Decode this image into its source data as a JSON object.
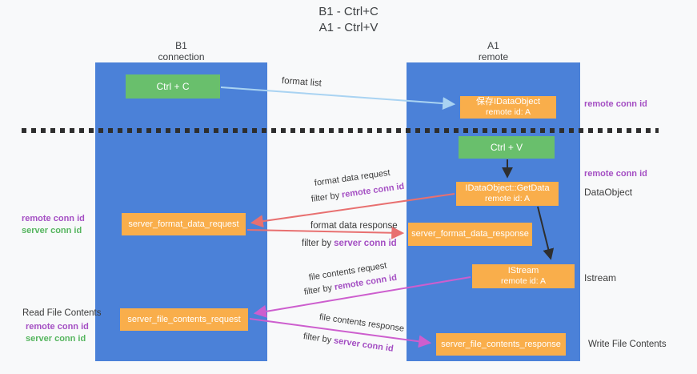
{
  "title": {
    "line1": "B1 - Ctrl+C",
    "line2": "A1 - Ctrl+V"
  },
  "lifelines": {
    "b1": {
      "name": "B1",
      "role": "connection"
    },
    "a1": {
      "name": "A1",
      "role": "remote"
    }
  },
  "nodes": {
    "ctrl_c": {
      "label": "Ctrl + C"
    },
    "ctrl_v": {
      "label": "Ctrl + V"
    },
    "saved_dataobject": {
      "line1": "保存IDataObject",
      "line2": "remote id: A"
    },
    "getdata": {
      "line1": "IDataObject::GetData",
      "line2": "remote id: A"
    },
    "istream": {
      "line1": "IStream",
      "line2": "remote id: A"
    },
    "format_request": {
      "label": "server_format_data_request"
    },
    "format_response": {
      "label": "server_format_data_response"
    },
    "file_request": {
      "label": "server_file_contents_request"
    },
    "file_response": {
      "label": "server_file_contents_response"
    }
  },
  "arrows": {
    "format_list": {
      "label": "format list"
    },
    "format_data_request": {
      "label": "format data request",
      "filter_prefix": "filter by",
      "filter_value": "remote conn id"
    },
    "format_data_response": {
      "label": "format data response",
      "filter_prefix": "filter by",
      "filter_value": "server conn id"
    },
    "file_contents_request": {
      "label": "file contents request",
      "filter_prefix": "filter by",
      "filter_value": "remote conn id"
    },
    "file_contents_response": {
      "label": "file contents response",
      "filter_prefix": "filter by",
      "filter_value": "server conn id"
    }
  },
  "margins": {
    "left": {
      "format_remote": "remote conn id",
      "format_server": "server conn id",
      "read_title": "Read File Contents",
      "file_remote": "remote conn id",
      "file_server": "server conn id"
    },
    "right": {
      "remote_conn_top": "remote conn id",
      "remote_conn_mid": "remote conn id",
      "dataobject": "DataObject",
      "istream": "Istream",
      "write_title": "Write File Contents"
    }
  },
  "colors": {
    "bg": "#f8f9fa",
    "column_blue": "#4b81d8",
    "box_green": "#69bf6c",
    "box_orange": "#f9ae4b",
    "label_purple": "#a44fc3",
    "label_green": "#55b55e",
    "arrow_red": "#e87070",
    "arrow_magenta": "#cd5ece",
    "arrow_blue": "#a9d3f2",
    "arrow_black": "#2e2e2e",
    "text_dark": "#3d4043",
    "dash": "#2e2e2e"
  }
}
